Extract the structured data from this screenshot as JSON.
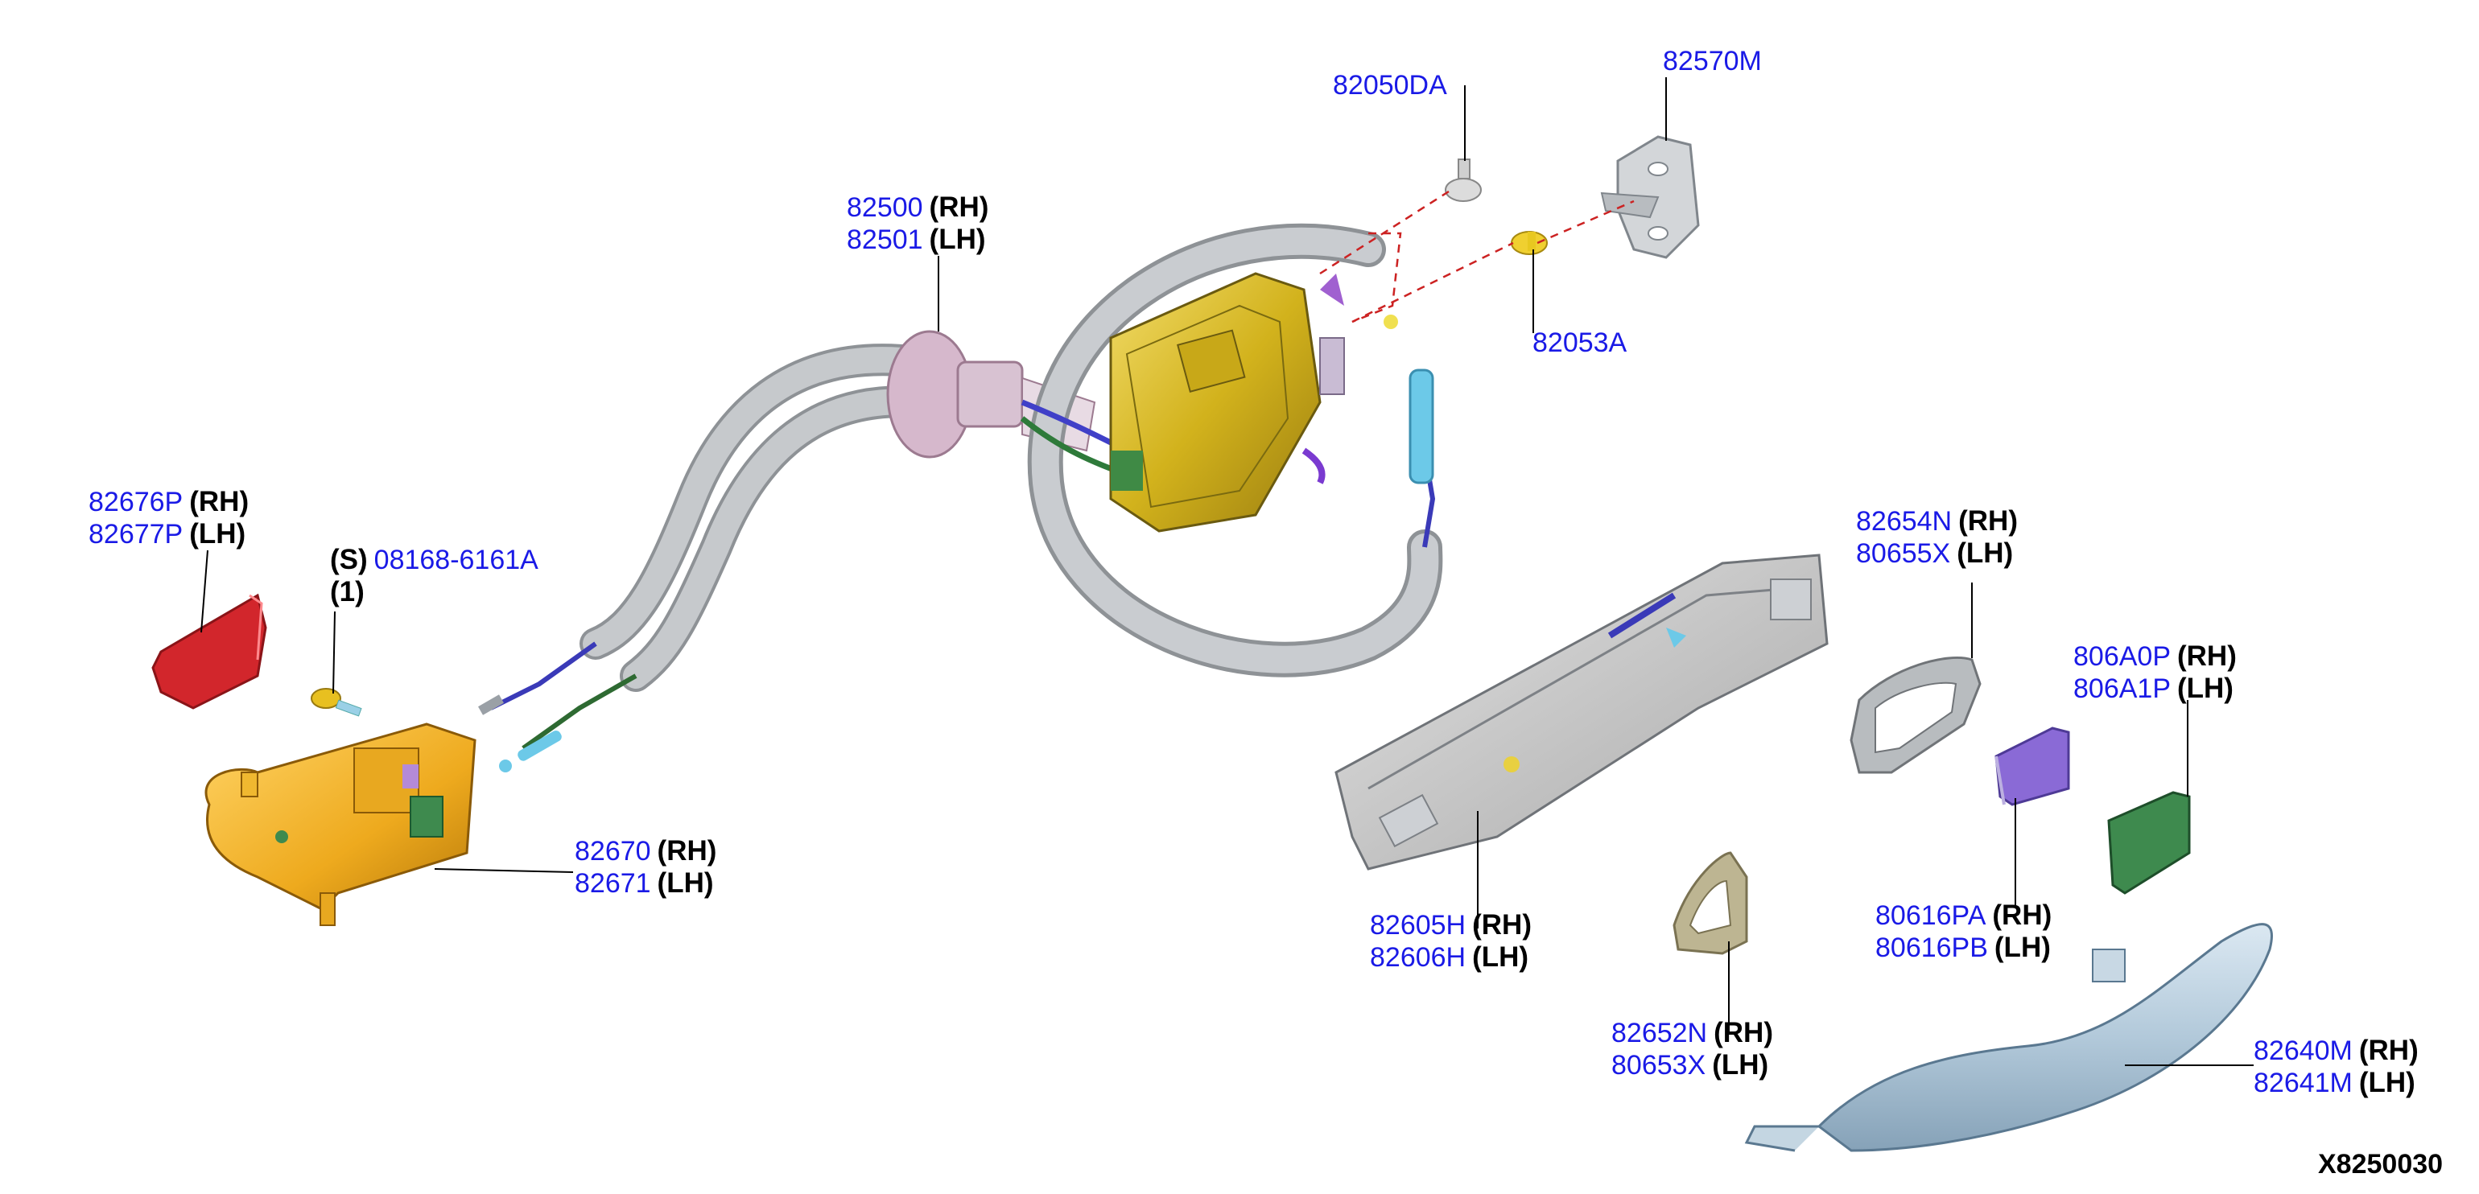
{
  "diagram_ref": "X8250030",
  "callouts": {
    "c82050DA": {
      "lines": [
        {
          "part": "82050DA",
          "side": ""
        }
      ]
    },
    "c82570M": {
      "lines": [
        {
          "part": "82570M",
          "side": ""
        }
      ]
    },
    "c82053A": {
      "lines": [
        {
          "part": "82053A",
          "side": ""
        }
      ]
    },
    "c82500": {
      "lines": [
        {
          "part": "82500",
          "side": "(RH)"
        },
        {
          "part": "82501",
          "side": "(LH)"
        }
      ]
    },
    "c82676P": {
      "lines": [
        {
          "part": "82676P",
          "side": "(RH)"
        },
        {
          "part": "82677P",
          "side": "(LH)"
        }
      ]
    },
    "c08168": {
      "lines": [
        {
          "part": "08168-6161A",
          "side": "(S)"
        },
        {
          "part": "",
          "side": "(1)"
        }
      ]
    },
    "c82670": {
      "lines": [
        {
          "part": "82670",
          "side": "(RH)"
        },
        {
          "part": "82671",
          "side": "(LH)"
        }
      ]
    },
    "c82654N": {
      "lines": [
        {
          "part": "82654N",
          "side": "(RH)"
        },
        {
          "part": "80655X",
          "side": "(LH)"
        }
      ]
    },
    "c806A0P": {
      "lines": [
        {
          "part": "806A0P",
          "side": "(RH)"
        },
        {
          "part": "806A1P",
          "side": "(LH)"
        }
      ]
    },
    "c82605H": {
      "lines": [
        {
          "part": "82605H",
          "side": "(RH)"
        },
        {
          "part": "82606H",
          "side": "(LH)"
        }
      ]
    },
    "c80616PA": {
      "lines": [
        {
          "part": "80616PA",
          "side": "(RH)"
        },
        {
          "part": "80616PB",
          "side": "(LH)"
        }
      ]
    },
    "c82652N": {
      "lines": [
        {
          "part": "82652N",
          "side": "(RH)"
        },
        {
          "part": "80653X",
          "side": "(LH)"
        }
      ]
    },
    "c82640M": {
      "lines": [
        {
          "part": "82640M",
          "side": "(RH)"
        },
        {
          "part": "82641M",
          "side": "(LH)"
        }
      ]
    }
  },
  "colors": {
    "part_number": "#1a1ae6",
    "cable_gray": "#b4b8bc",
    "latch_gold": "#d7b81e",
    "rear_latch_orange": "#efb020",
    "red_cover": "#d2262c",
    "purple_cap": "#8a6ad6",
    "green_cap": "#3e8a4e",
    "handle_blue": "#b6cfe0",
    "leader_red_dash": "#cc2222"
  }
}
